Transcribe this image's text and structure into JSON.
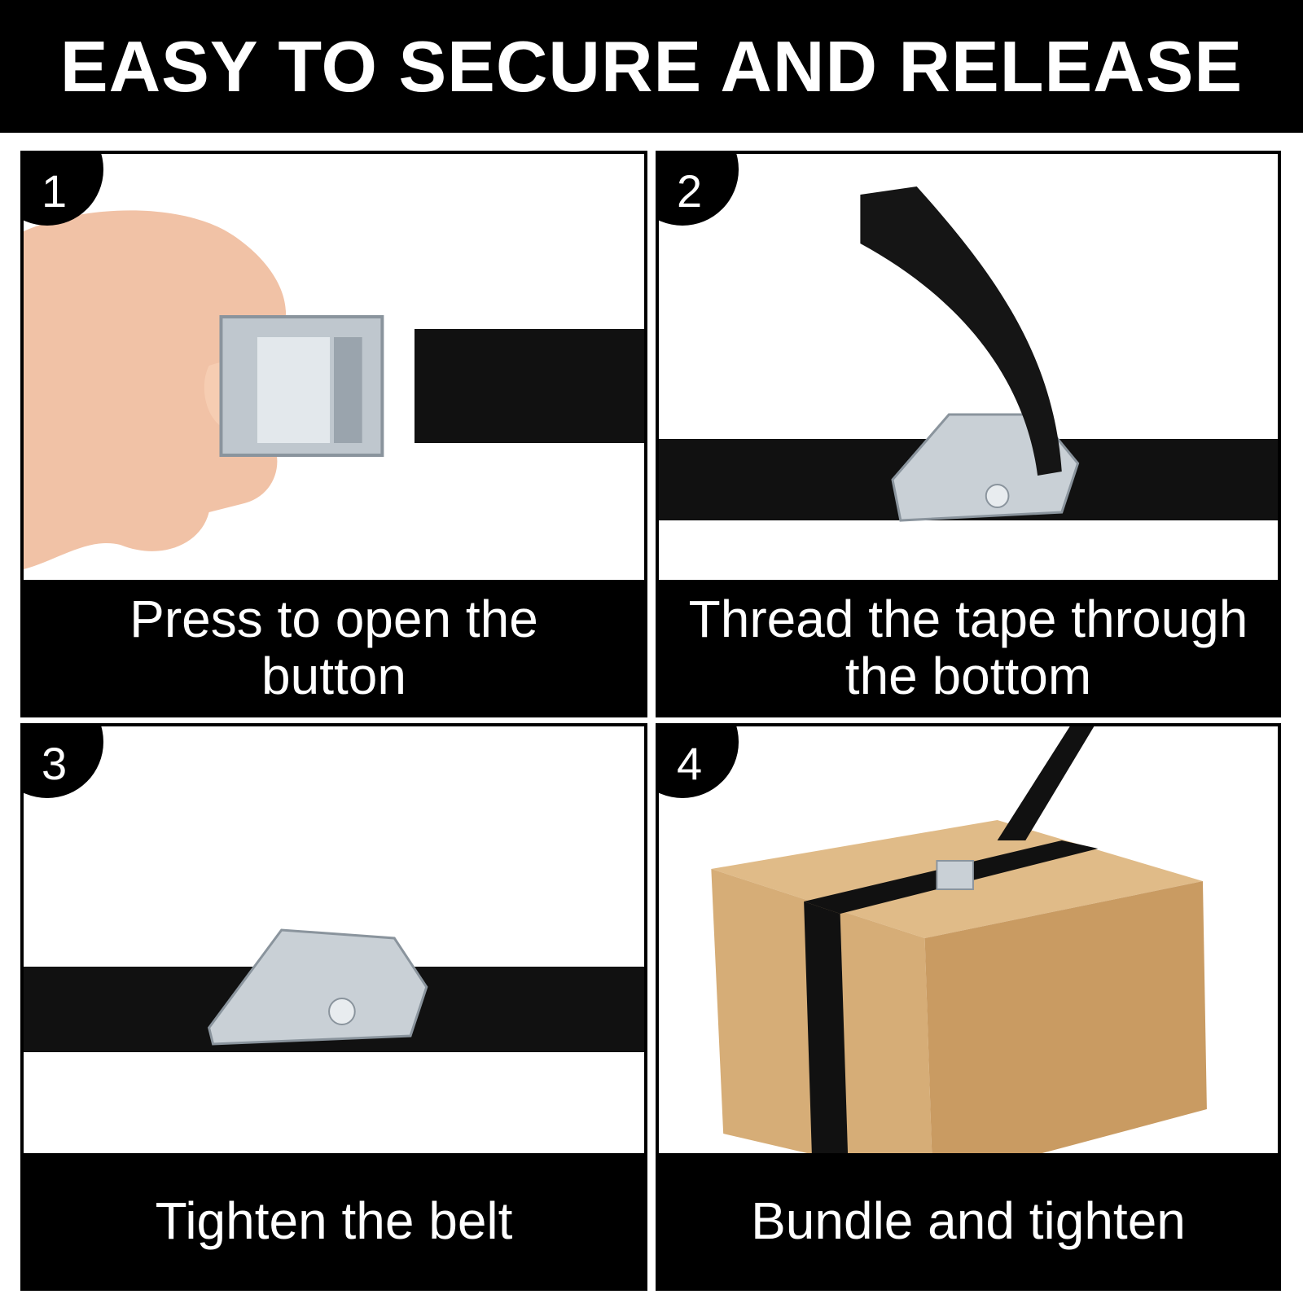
{
  "header": {
    "title": "EASY TO SECURE AND RELEASE"
  },
  "steps": [
    {
      "number": "1",
      "caption_line1": "Press to open the",
      "caption_line2": "button",
      "photo_icon": "hand-pressing-buckle-icon"
    },
    {
      "number": "2",
      "caption_line1": "Thread the tape through",
      "caption_line2": "the bottom",
      "photo_icon": "strap-threading-buckle-icon"
    },
    {
      "number": "3",
      "caption_line1": "Tighten the belt",
      "caption_line2": "",
      "photo_icon": "tightened-buckle-icon"
    },
    {
      "number": "4",
      "caption_line1": "Bundle and tighten",
      "caption_line2": "",
      "photo_icon": "strapped-box-icon"
    }
  ],
  "colors": {
    "banner": "#000000",
    "caption": "#000000",
    "strap": "#111111",
    "metal": "#c9d0d6",
    "skin": "#f1c2a6",
    "cardboard": "#d6ad77"
  }
}
